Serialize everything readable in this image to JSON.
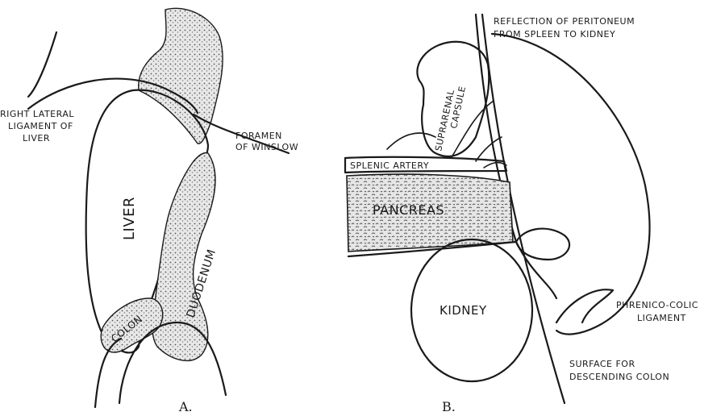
{
  "figure_a": {
    "caption": "A.",
    "labels": {
      "right_lateral_ligament_line1": "RIGHT LATERAL",
      "right_lateral_ligament_line2": "LIGAMENT OF",
      "right_lateral_ligament_line3": "LIVER",
      "foramen_line1": "FORAMEN",
      "foramen_line2": "OF WINSLOW",
      "liver": "LIVER",
      "duodenum": "DUODENUM",
      "colon": "COLON"
    }
  },
  "figure_b": {
    "caption": "B.",
    "labels": {
      "reflection_line1": "REFLECTION OF PERITONEUM",
      "reflection_line2": "FROM SPLEEN TO KIDNEY",
      "suprarenal_line1": "SUPRARENAL",
      "suprarenal_line2": "CAPSULE",
      "splenic_artery": "SPLENIC ARTERY",
      "pancreas": "PANCREAS",
      "kidney": "KIDNEY",
      "phrenico_line1": "PHRENICO-COLIC",
      "phrenico_line2": "LIGAMENT",
      "surface_line1": "SURFACE FOR",
      "surface_line2": "DESCENDING COLON"
    }
  }
}
